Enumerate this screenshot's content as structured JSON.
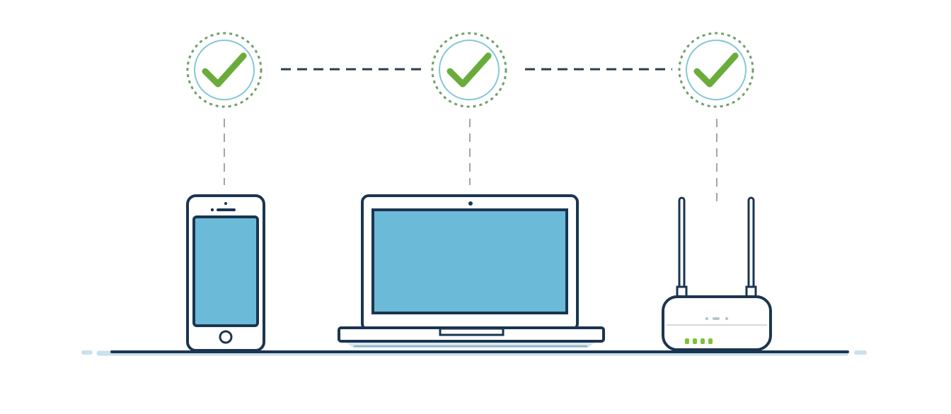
{
  "colors": {
    "outline": "#1b3550",
    "screen": "#6bbad8",
    "check": "#6aac3a",
    "ring_dashed": "#6f9f6a",
    "ring_inner": "#84c8d4",
    "connector": "#2a3e52",
    "drop_line": "#9aa7b0",
    "led": "#7bc23c",
    "indicator": "#b8c4cc",
    "ground_accent": "#c9e1ec",
    "background": "#ffffff"
  },
  "status": {
    "phone": "connected",
    "laptop": "connected",
    "router": "connected"
  },
  "icons": {
    "check": "check-icon",
    "phone": "smartphone-icon",
    "laptop": "laptop-icon",
    "router": "router-icon"
  },
  "router": {
    "led_count": 4,
    "indicator_dots": 3
  }
}
